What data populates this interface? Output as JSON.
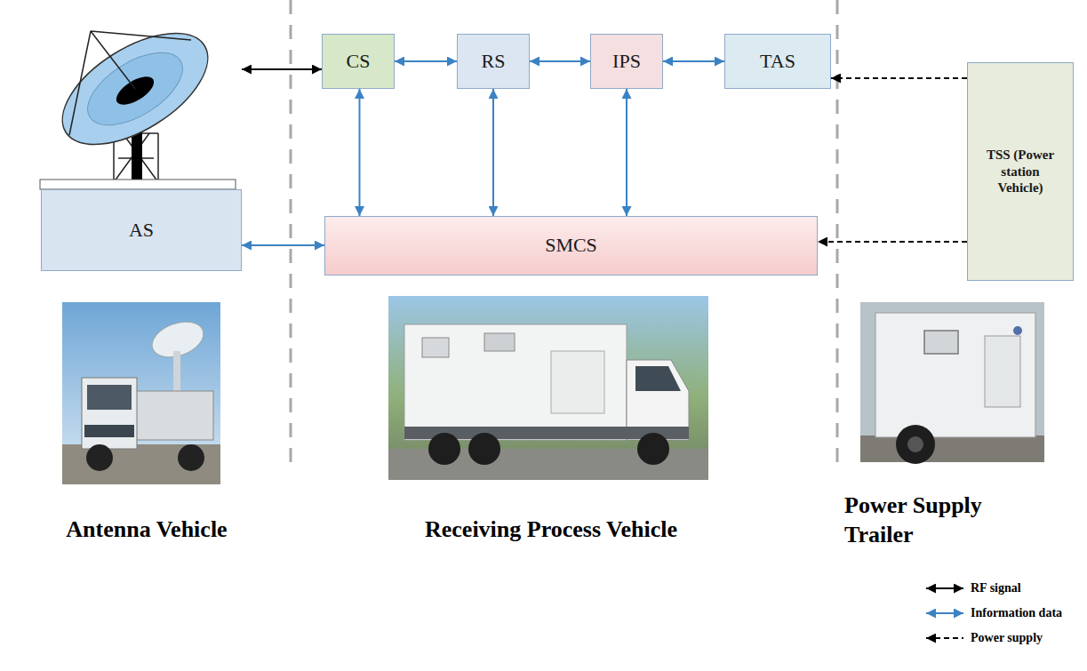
{
  "diagram": {
    "nodes": [
      {
        "text": [
          "CS"
        ]
      },
      {
        "text": [
          "RS"
        ]
      },
      {
        "text": [
          "IPS"
        ]
      },
      {
        "text": [
          "TAS"
        ]
      },
      {
        "text": [
          "TSS (Power station Vehicle)"
        ]
      },
      {
        "text": [
          "AS"
        ]
      },
      {
        "text": [
          "SMCS"
        ]
      }
    ],
    "edges": [
      {
        "from": 5,
        "to": 0,
        "arrow": "both"
      },
      {
        "from": 0,
        "to": 1,
        "arrow": "both"
      },
      {
        "from": 1,
        "to": 2,
        "arrow": "both"
      },
      {
        "from": 2,
        "to": 3,
        "arrow": "both"
      },
      {
        "from": 0,
        "to": 6,
        "arrow": "both"
      },
      {
        "from": 1,
        "to": 6,
        "arrow": "both"
      },
      {
        "from": 2,
        "to": 6,
        "arrow": "both"
      },
      {
        "from": 5,
        "to": 6,
        "arrow": "both"
      },
      {
        "from": 4,
        "to": 3,
        "arrow": "to"
      },
      {
        "from": 4,
        "to": 6,
        "arrow": "to"
      }
    ],
    "labels": [
      "Antenna Vehicle",
      "Receiving Process Vehicle",
      "Power Supply Trailer"
    ],
    "legend": [
      {
        "text": "RF signal"
      },
      {
        "text": "Information data"
      },
      {
        "text": "Power supply"
      }
    ]
  }
}
